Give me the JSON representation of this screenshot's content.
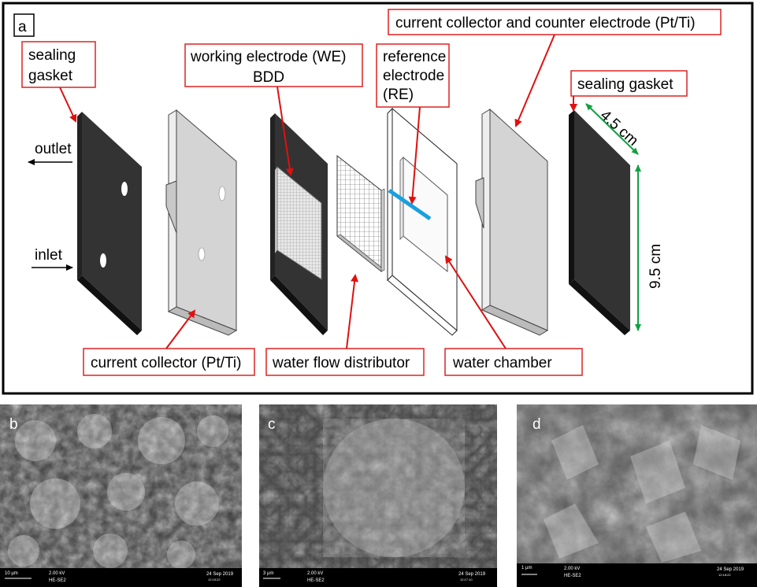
{
  "panel_letters": {
    "a": "a",
    "b": "b",
    "c": "c",
    "d": "d"
  },
  "labels": {
    "sealing_gasket_left_line1": "sealing",
    "sealing_gasket_left_line2": "gasket",
    "working_electrode_line1": "working electrode (WE)",
    "working_electrode_line2": "BDD",
    "reference_electrode_line1": "reference",
    "reference_electrode_line2": "electrode",
    "reference_electrode_line3": "(RE)",
    "current_collector_counter": "current collector and counter electrode (Pt/Ti)",
    "sealing_gasket_right": "sealing gasket",
    "outlet": "outlet",
    "inlet": "inlet",
    "current_collector_bottom": "current collector (Pt/Ti)",
    "water_flow_distributor": "water flow distributor",
    "water_chamber": "water chamber",
    "dimension_width": "4.5 cm",
    "dimension_height": "9.5 cm"
  },
  "sem_images": [
    {
      "scale": "10 µm",
      "kv": "2.00 kV",
      "detector": "HE-SE2",
      "date": "24 Sep 2019",
      "time": "12:15:22"
    },
    {
      "scale": "3 µm",
      "kv": "2.00 kV",
      "detector": "HE-SE2",
      "date": "24 Sep 2019",
      "time": "12:17:10"
    },
    {
      "scale": "1 µm",
      "kv": "2.00 kV",
      "detector": "HE-SE2",
      "date": "24 Sep 2019",
      "time": "12:18:22"
    }
  ],
  "colors": {
    "label_border": "#dd2222",
    "arrow": "#e01010",
    "dimension": "#12a040",
    "reference_rod": "#18a0e0",
    "gasket": "#333333",
    "plate": "#d4d4d4",
    "frame": "#000000"
  }
}
